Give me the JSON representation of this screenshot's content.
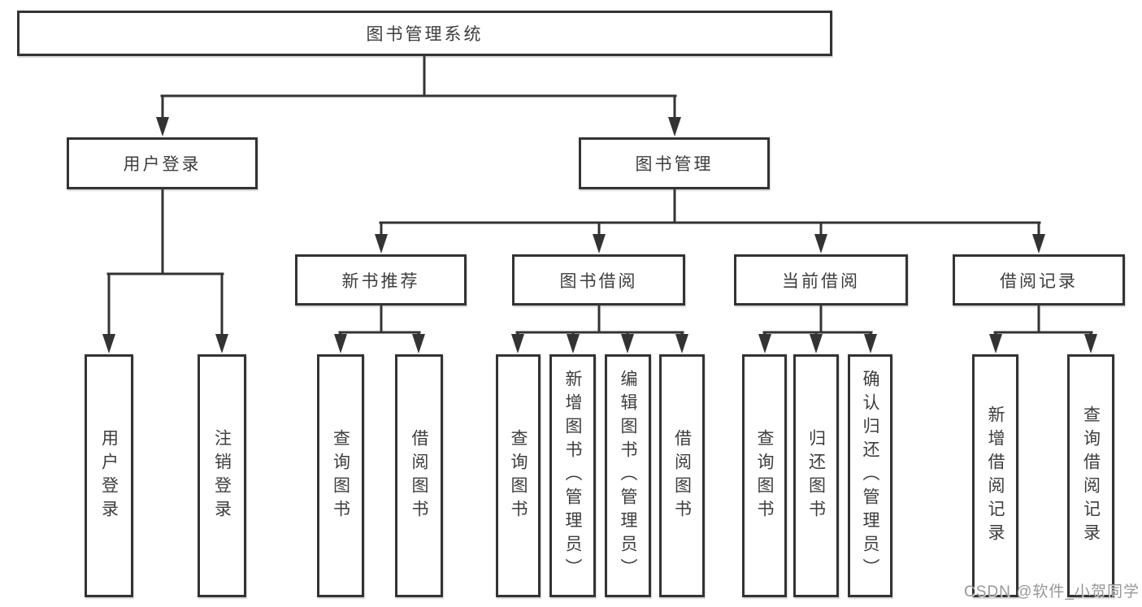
{
  "diagram": {
    "root": "图书管理系统",
    "branches": [
      {
        "label": "用户登录",
        "children": [
          {
            "label": "用户登录"
          },
          {
            "label": "注销登录"
          }
        ]
      },
      {
        "label": "图书管理",
        "children": [
          {
            "label": "新书推荐",
            "children": [
              {
                "label": "查询图书"
              },
              {
                "label": "借阅图书"
              }
            ]
          },
          {
            "label": "图书借阅",
            "children": [
              {
                "label": "查询图书"
              },
              {
                "label": "新增图书（管理员）"
              },
              {
                "label": "编辑图书（管理员）"
              },
              {
                "label": "借阅图书"
              }
            ]
          },
          {
            "label": "当前借阅",
            "children": [
              {
                "label": "查询图书"
              },
              {
                "label": "归还图书"
              },
              {
                "label": "确认归还（管理员）"
              }
            ]
          },
          {
            "label": "借阅记录",
            "children": [
              {
                "label": "新增借阅记录"
              },
              {
                "label": "查询借阅记录"
              }
            ]
          }
        ]
      }
    ]
  },
  "watermark": {
    "text": "CSDN @软件_小贺同学"
  },
  "colors": {
    "line": "#333333",
    "text": "#3d3d3d",
    "background": "#ffffff",
    "watermark": "#8c8c8c"
  }
}
